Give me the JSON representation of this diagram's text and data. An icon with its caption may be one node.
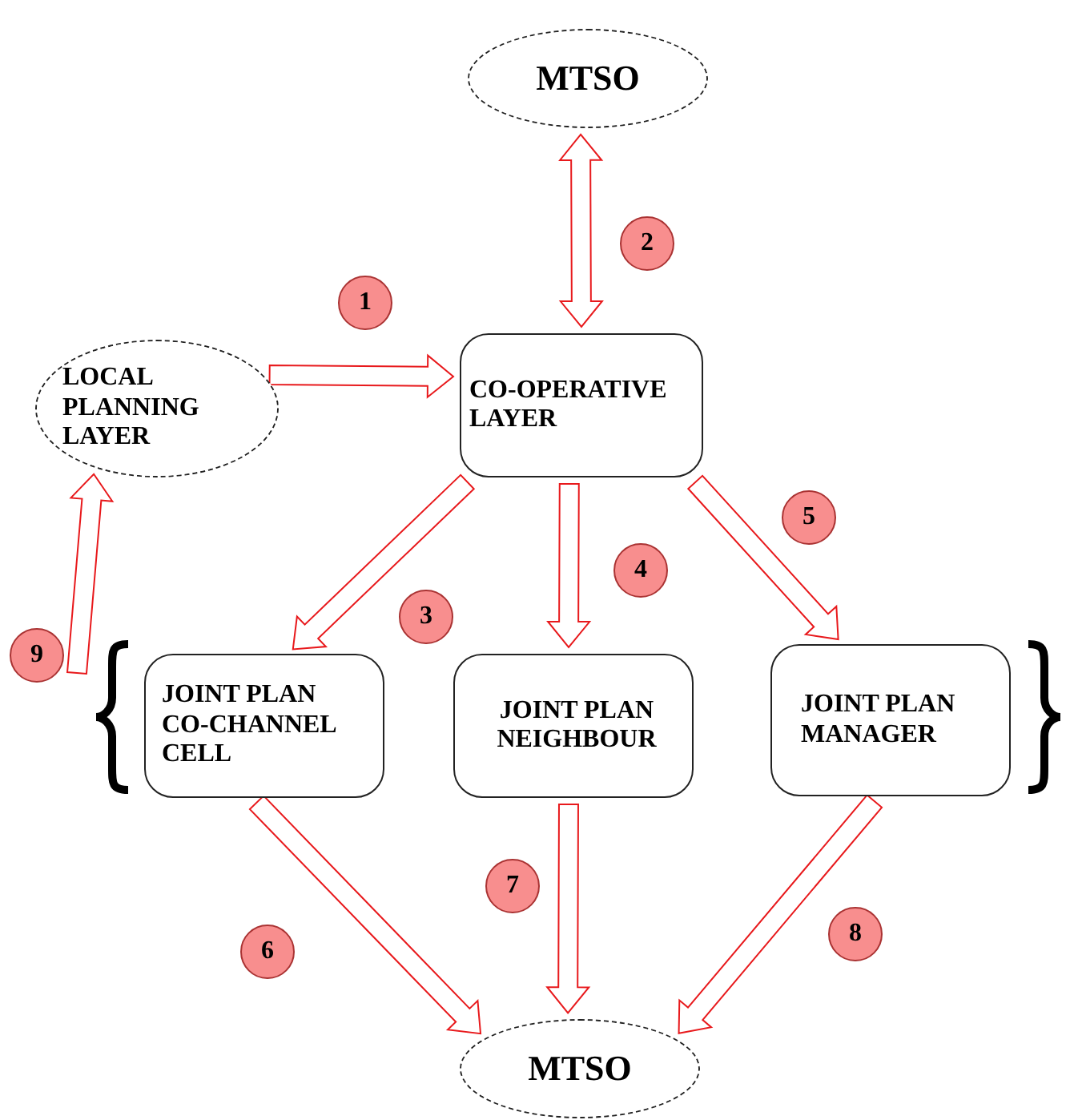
{
  "diagram": {
    "nodes": [
      {
        "text": [
          "MTSO"
        ]
      },
      {
        "text": [
          "LOCAL PLANNING LAYER"
        ]
      },
      {
        "text": [
          "CO-OPERATIVE LAYER"
        ]
      },
      {
        "text": [
          "JOINT PLAN CO-CHANNEL CELL"
        ]
      },
      {
        "text": [
          "JOINT PLAN NEIGHBOUR"
        ]
      },
      {
        "text": [
          "JOINT PLAN MANAGER"
        ]
      },
      {
        "text": [
          "MTSO"
        ]
      }
    ],
    "edges": [
      {
        "from": 1,
        "to": 2,
        "arrow": "to",
        "label": "1"
      },
      {
        "from": 0,
        "to": 2,
        "arrow": "both",
        "label": "2"
      },
      {
        "from": 2,
        "to": 3,
        "arrow": "to",
        "label": "3"
      },
      {
        "from": 2,
        "to": 4,
        "arrow": "to",
        "label": "4"
      },
      {
        "from": 2,
        "to": 5,
        "arrow": "to",
        "label": "5"
      },
      {
        "from": 3,
        "to": 6,
        "arrow": "to",
        "label": "6"
      },
      {
        "from": 4,
        "to": 6,
        "arrow": "to",
        "label": "7"
      },
      {
        "from": 5,
        "to": 6,
        "arrow": "to",
        "label": "8"
      },
      {
        "from": null,
        "to": 1,
        "arrow": "to",
        "label": "9"
      }
    ]
  }
}
